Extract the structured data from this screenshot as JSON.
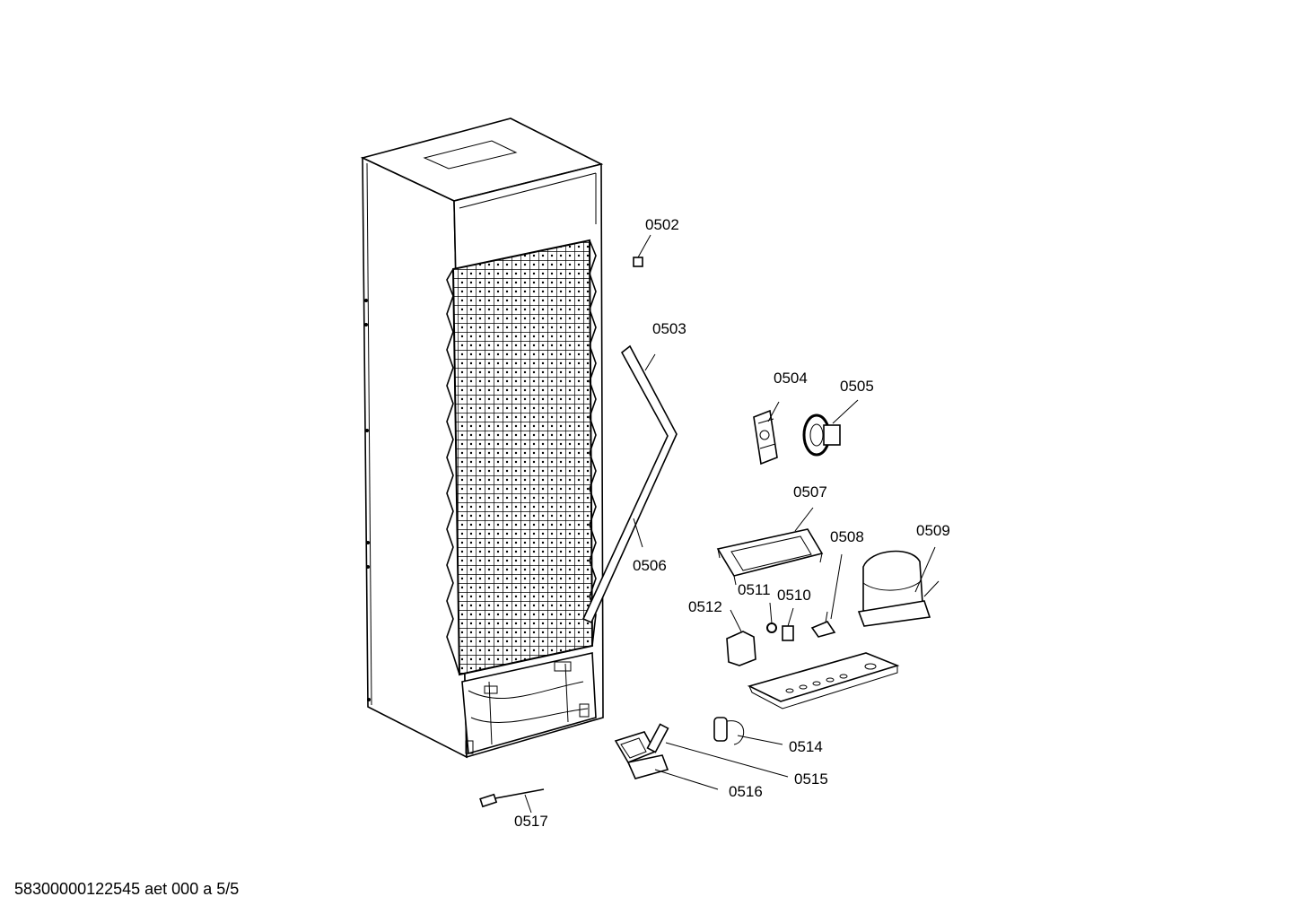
{
  "parts": [
    {
      "id": "0502",
      "label": "0502"
    },
    {
      "id": "0503",
      "label": "0503"
    },
    {
      "id": "0504",
      "label": "0504"
    },
    {
      "id": "0505",
      "label": "0505"
    },
    {
      "id": "0506",
      "label": "0506"
    },
    {
      "id": "0507",
      "label": "0507"
    },
    {
      "id": "0508",
      "label": "0508"
    },
    {
      "id": "0509",
      "label": "0509"
    },
    {
      "id": "0510",
      "label": "0510"
    },
    {
      "id": "0511",
      "label": "0511"
    },
    {
      "id": "0512",
      "label": "0512"
    },
    {
      "id": "0514",
      "label": "0514"
    },
    {
      "id": "0515",
      "label": "0515"
    },
    {
      "id": "0516",
      "label": "0516"
    },
    {
      "id": "0517",
      "label": "0517"
    }
  ],
  "footer": {
    "text": "58300000122545 aet 000 a 5/5"
  }
}
